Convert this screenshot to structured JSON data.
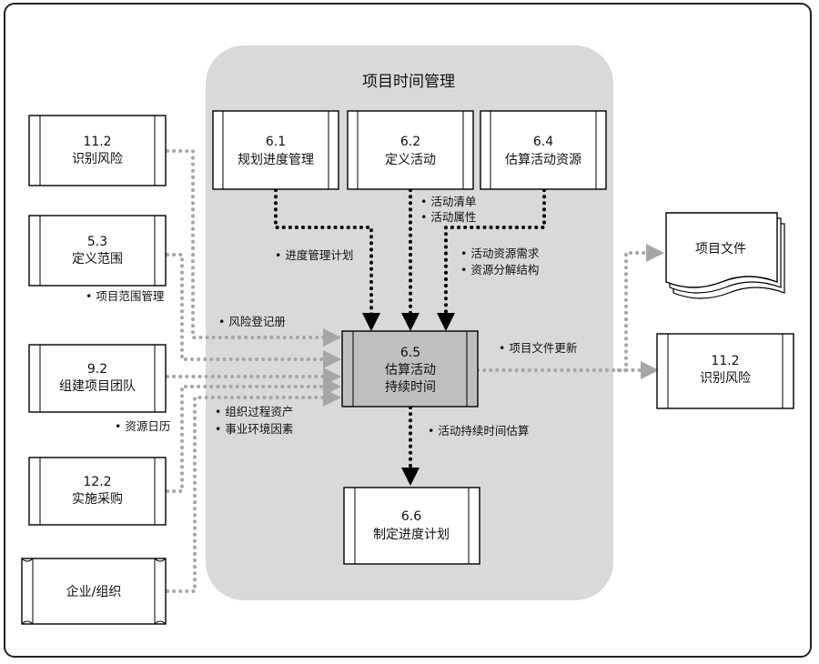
{
  "title": "项目时间管理",
  "processes": {
    "p61": {
      "num": "6.1",
      "name": "规划进度管理"
    },
    "p62": {
      "num": "6.2",
      "name": "定义活动"
    },
    "p64": {
      "num": "6.4",
      "name": "估算活动资源"
    },
    "p65": {
      "num": "6.5",
      "name1": "估算活动",
      "name2": "持续时间"
    },
    "p66": {
      "num": "6.6",
      "name": "制定进度计划"
    }
  },
  "external": {
    "risk_in": {
      "num": "11.2",
      "name": "识别风险"
    },
    "scope": {
      "num": "5.3",
      "name": "定义范围"
    },
    "team": {
      "num": "9.2",
      "name": "组建项目团队"
    },
    "procure": {
      "num": "12.2",
      "name": "实施采购"
    },
    "enterprise": {
      "name": "企业/组织"
    },
    "docs": {
      "name": "项目文件"
    },
    "risk_out": {
      "num": "11.2",
      "name": "识别风险"
    }
  },
  "labels": {
    "schedule_plan": "• 进度管理计划",
    "activity_list": "• 活动清单",
    "activity_attr": "• 活动属性",
    "res_req": "• 活动资源需求",
    "rbs": "• 资源分解结构",
    "scope_baseline": "• 项目范围管理",
    "risk_register": "• 风险登记册",
    "resource_cal": "• 资源日历",
    "opa": "• 组织过程资产",
    "eef": "• 事业环境因素",
    "doc_updates": "• 项目文件更新",
    "duration_est": "• 活动持续时间估算"
  },
  "colors": {
    "panel": "#d9d9d9",
    "process_6_5": "#bfbfbf",
    "dotted_black": "#000000",
    "dotted_gray": "#a6a6a6"
  }
}
